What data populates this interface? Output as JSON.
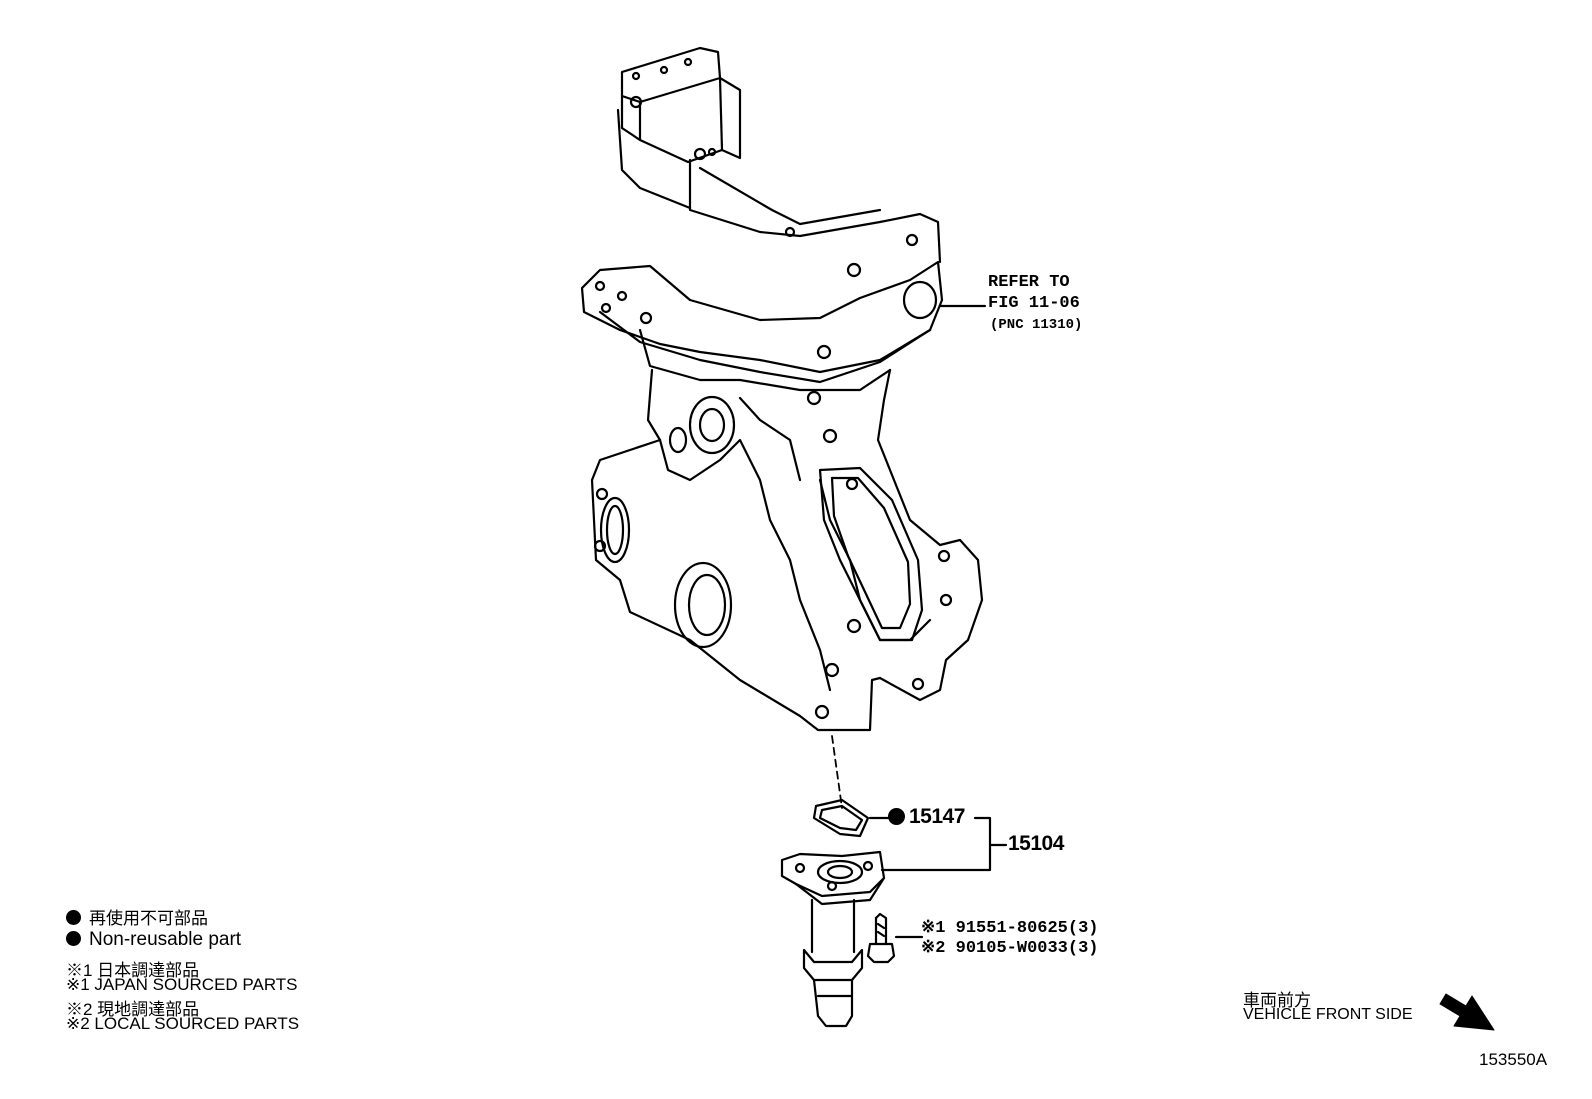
{
  "reference": {
    "line1": "REFER TO",
    "line2": "FIG 11-06",
    "line3": "(PNC 11310)"
  },
  "callouts": {
    "gasket": "15147",
    "assembly": "15104",
    "bolt_mark_1": "※1",
    "bolt_part_1": "91551-80625(3)",
    "bolt_mark_2": "※2",
    "bolt_part_2": "90105-W0033(3)"
  },
  "legend": {
    "nonreusable_jp": "再使用不可部品",
    "nonreusable_en": "Non-reusable part",
    "japan_jp": "※1  日本調達部品",
    "japan_en": "※1  JAPAN SOURCED PARTS",
    "local_jp": "※2  現地調達部品",
    "local_en": "※2  LOCAL SOURCED PARTS"
  },
  "direction": {
    "jp": "車両前方",
    "en": "VEHICLE FRONT SIDE"
  },
  "figure_id": "153550A",
  "icons": {
    "nonreusable_marker": "filled-circle-icon",
    "direction_arrow": "arrow-down-right-icon"
  }
}
